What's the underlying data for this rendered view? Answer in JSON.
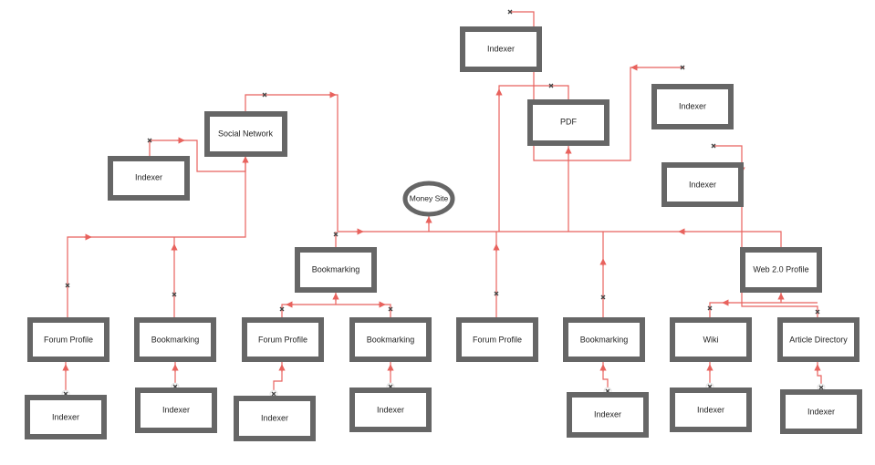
{
  "labels": {
    "money_site": "Money Site",
    "indexer": "Indexer",
    "pdf": "PDF",
    "social_network": "Social Network",
    "bookmarking": "Bookmarking",
    "web20_profile": "Web 2.0 Profile",
    "forum_profile": "Forum Profile",
    "wiki": "Wiki",
    "article_directory": "Article Directory"
  },
  "colors": {
    "connector": "#e8625d",
    "node_border": "#666666",
    "background": "#ffffff"
  }
}
